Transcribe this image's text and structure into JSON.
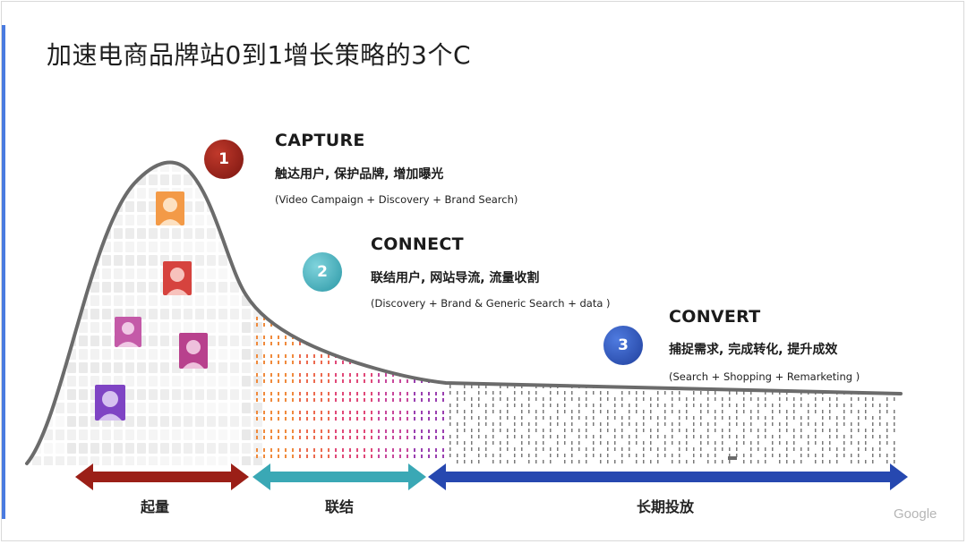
{
  "slide": {
    "title": "加速电商品牌站0到1增长策略的3个C",
    "logo_text": "Google"
  },
  "phases": [
    {
      "number": "1",
      "name": "CAPTURE",
      "description": "触达用户, 保护品牌, 增加曝光",
      "channels": "(Video Campaign + Discovery + Brand Search)",
      "color": "#9b1f17"
    },
    {
      "number": "2",
      "name": "CONNECT",
      "description": "联结用户, 网站导流, 流量收割",
      "channels": "(Discovery + Brand & Generic Search + data )",
      "color": "#3aa8b5"
    },
    {
      "number": "3",
      "name": "CONVERT",
      "description": "捕捉需求, 完成转化, 提升成效",
      "channels": "(Search + Shopping + Remarketing )",
      "color": "#2648b0"
    }
  ],
  "arrows": [
    {
      "label": "起量",
      "color": "#9b1f17"
    },
    {
      "label": "联结",
      "color": "#3aa8b5"
    },
    {
      "label": "长期投放",
      "color": "#2648b0"
    }
  ],
  "colors": {
    "curve": "#6b6b6b",
    "title_accent": "#4a7be0"
  }
}
